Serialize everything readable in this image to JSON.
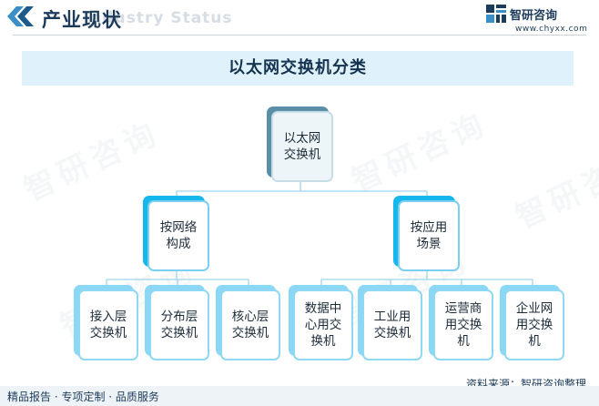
{
  "header": {
    "title": "产业现状",
    "ghost_text": "Industry Status",
    "brand_name": "智研咨询",
    "brand_url": "www.chyxx.com"
  },
  "banner": {
    "title": "以太网交换机分类"
  },
  "watermark": {
    "text": "智研咨询"
  },
  "tree": {
    "root": {
      "label": "以太网交换机"
    },
    "branches": [
      {
        "label": "按网络构成",
        "children": [
          {
            "label": "接入层交换机"
          },
          {
            "label": "分布层交换机"
          },
          {
            "label": "核心层交换机"
          }
        ]
      },
      {
        "label": "按应用场景",
        "children": [
          {
            "label": "数据中心用交换机"
          },
          {
            "label": "工业用交换机"
          },
          {
            "label": "运营商用交换机"
          },
          {
            "label": "企业网用交换机"
          }
        ]
      }
    ]
  },
  "footer": {
    "source": "资料来源：智研咨询整理",
    "tagline": "精品报告 · 专项定制 · 品质服务"
  },
  "colors": {
    "accent": "#16b7ec",
    "root_shadow": "#5a8fa7",
    "banner_bg": "#dff2fb",
    "text_dark": "#1d3c5c"
  }
}
